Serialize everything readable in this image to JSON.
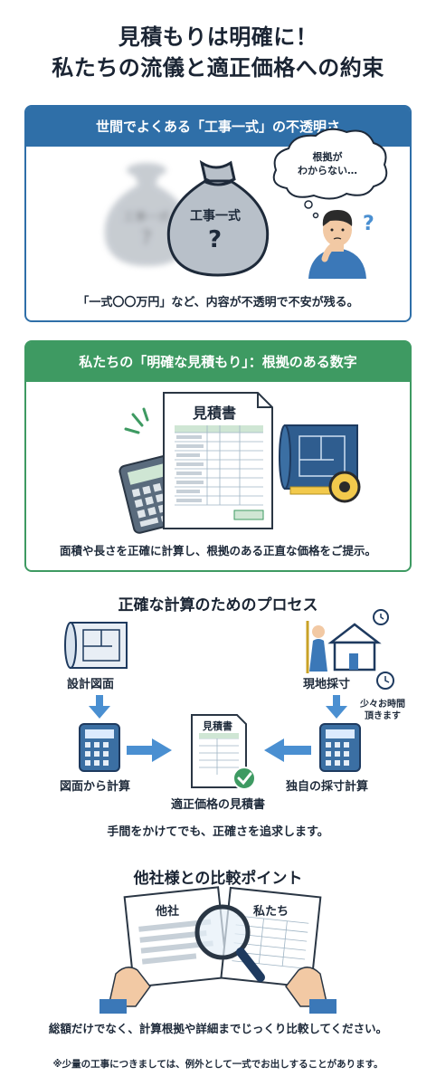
{
  "header": {
    "line1": "見積もりは明確に！",
    "line2": "私たちの流儀と適正価格への約束"
  },
  "opaque_panel": {
    "title": "世間でよくある「工事一式」の不透明さ",
    "bag_label": "工事一式",
    "bag_blur_label": "工事一式",
    "bubble_text_1": "根拠が",
    "bubble_text_2": "わからない…",
    "caption": "「一式〇〇万円」など、内容が不透明で不安が残る。"
  },
  "clear_panel": {
    "title": "私たちの「明確な見積もり」：根拠のある数字",
    "doc_title": "見積書",
    "caption": "面積や長さを正確に計算し、根拠のある正直な価格をご提示。"
  },
  "process": {
    "title": "正確な計算のためのプロセス",
    "design_drawing": "設計図面",
    "site_measure": "現地採寸",
    "time_note_1": "少々お時間",
    "time_note_2": "頂きます",
    "calc_from_drawing": "図面から計算",
    "own_measure_calc": "独自の採寸計算",
    "doc_title": "見積書",
    "result": "適正価格の見積書",
    "caption": "手間をかけてでも、正確さを追求します。"
  },
  "compare": {
    "title": "他社様との比較ポイント",
    "other_label": "他社",
    "ours_label": "私たち",
    "caption": "総額だけでなく、計算根拠や詳細までじっくり比較してください。"
  },
  "footnote": "※少量の工事につきましては、例外として一式でお出しすることがあります。",
  "colors": {
    "blue": "#2f6fa8",
    "green": "#3e9a62",
    "navy": "#1e3a5f"
  }
}
